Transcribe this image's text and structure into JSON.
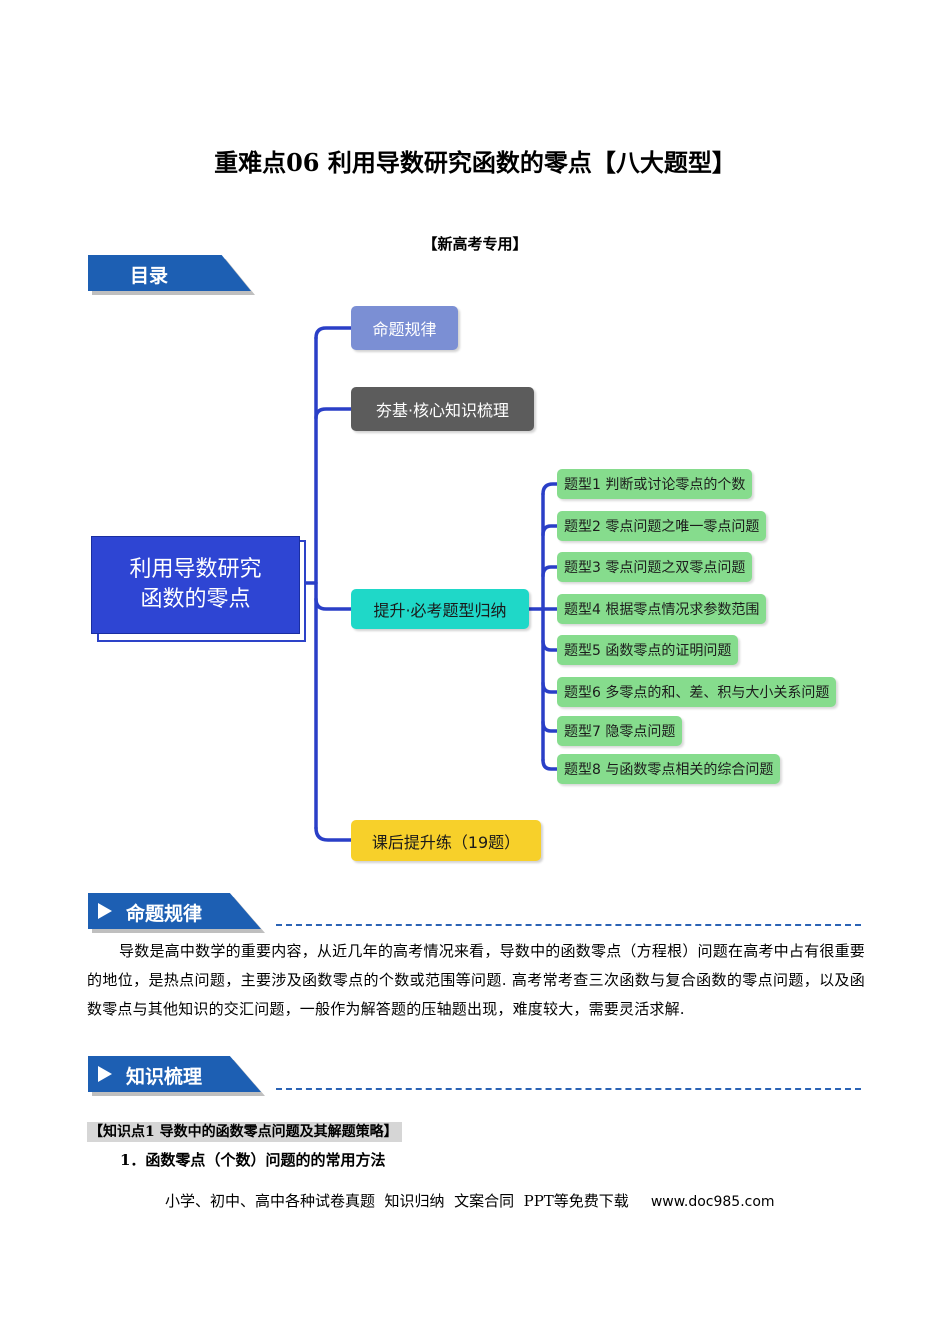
{
  "title": "重难点06 利用导数研究函数的零点【八大题型】",
  "subtitle": "【新高考专用】",
  "toc_banner": "目录",
  "mindmap": {
    "root_line1": "利用导数研究",
    "root_line2": "函数的零点",
    "branches": [
      {
        "label": "命题规律",
        "color": "#7b8fd4"
      },
      {
        "label": "夯基·核心知识梳理",
        "color": "#5c5c5c"
      },
      {
        "label": "提升·必考题型归纳",
        "color": "#1fd8c8"
      },
      {
        "label": "课后提升练（19题）",
        "color": "#f7d02a"
      }
    ],
    "subitems": [
      "题型1 判断或讨论零点的个数",
      "题型2 零点问题之唯一零点问题",
      "题型3 零点问题之双零点问题",
      "题型4 根据零点情况求参数范围",
      "题型5 函数零点的证明问题",
      "题型6 多零点的和、差、积与大小关系问题",
      "题型7 隐零点问题",
      "题型8 与函数零点相关的综合问题"
    ]
  },
  "section1": {
    "banner": "命题规律",
    "paragraph": "导数是高中数学的重要内容，从近几年的高考情况来看，导数中的函数零点（方程根）问题在高考中占有很重要的地位，是热点问题，主要涉及函数零点的个数或范围等问题. 高考常考查三次函数与复合函数的零点问题，以及函数零点与其他知识的交汇问题，一般作为解答题的压轴题出现，难度较大，需要灵活求解."
  },
  "section2": {
    "banner": "知识梳理",
    "kp_heading": "【知识点1  导数中的函数零点问题及其解题策略】",
    "kp_sub": "1．函数零点（个数）问题的的常用方法"
  },
  "footer": {
    "text": "小学、初中、高中各种试卷真题  知识归纳  文案合同  PPT等免费下载",
    "url": "www.doc985.com"
  }
}
